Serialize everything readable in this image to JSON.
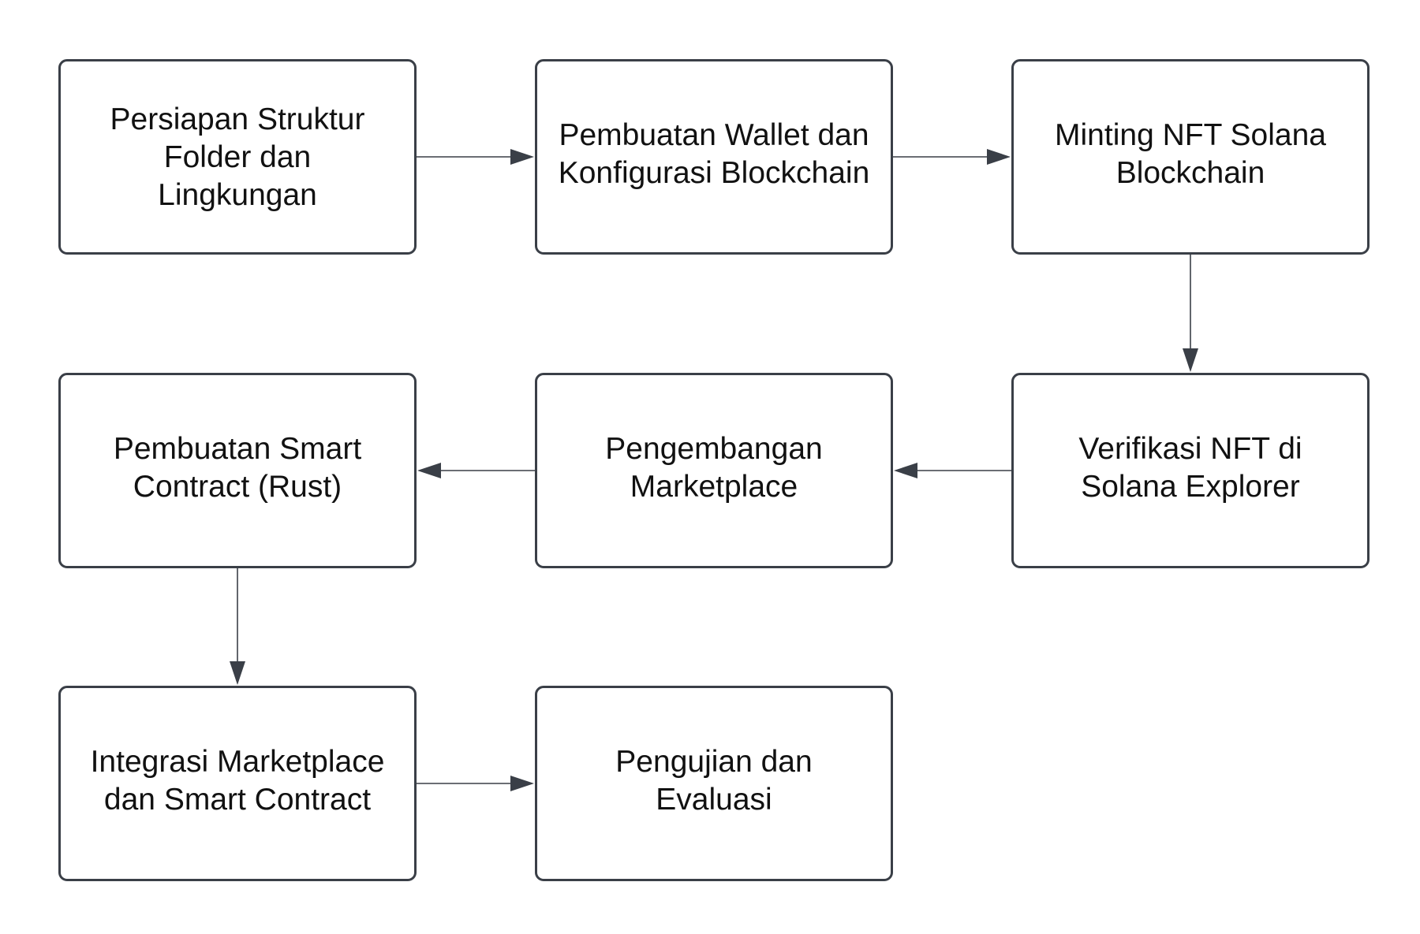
{
  "colors": {
    "stroke": "#3a3f47",
    "text": "#111111",
    "background": "#ffffff"
  },
  "nodes": [
    {
      "id": "n1",
      "label": "Persiapan Struktur\nFolder dan\nLingkungan"
    },
    {
      "id": "n2",
      "label": "Pembuatan Wallet dan\nKonfigurasi Blockchain"
    },
    {
      "id": "n3",
      "label": "Minting NFT Solana\nBlockchain"
    },
    {
      "id": "n4",
      "label": "Verifikasi NFT di\nSolana Explorer"
    },
    {
      "id": "n5",
      "label": "Pengembangan\nMarketplace"
    },
    {
      "id": "n6",
      "label": "Pembuatan Smart\nContract (Rust)"
    },
    {
      "id": "n7",
      "label": "Integrasi Marketplace\ndan Smart Contract"
    },
    {
      "id": "n8",
      "label": "Pengujian dan\nEvaluasi"
    }
  ],
  "edges": [
    {
      "from": "n1",
      "to": "n2"
    },
    {
      "from": "n2",
      "to": "n3"
    },
    {
      "from": "n3",
      "to": "n4"
    },
    {
      "from": "n4",
      "to": "n5"
    },
    {
      "from": "n5",
      "to": "n6"
    },
    {
      "from": "n6",
      "to": "n7"
    },
    {
      "from": "n7",
      "to": "n8"
    }
  ]
}
